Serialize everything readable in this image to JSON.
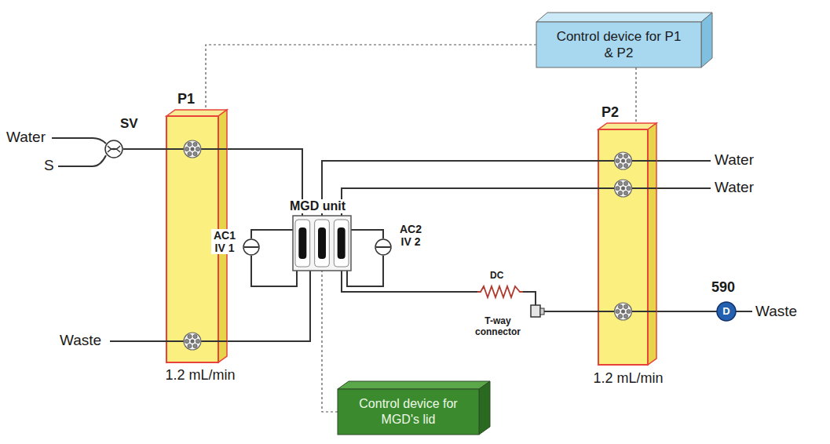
{
  "diagram": {
    "nodes": [
      {
        "text": [
          "Control device for P1 & P2"
        ]
      },
      {
        "text": [
          "SV"
        ]
      },
      {
        "text": [
          "P1"
        ]
      },
      {
        "text": [
          "P2"
        ]
      },
      {
        "text": [
          "MGD unit"
        ]
      },
      {
        "text": [
          "AC1 IV 1"
        ]
      },
      {
        "text": [
          "AC2 IV 2"
        ]
      },
      {
        "text": [
          "D"
        ]
      },
      {
        "text": [
          "Control device for MGD's lid"
        ]
      }
    ],
    "edges": [
      {
        "from": 0,
        "to": 2,
        "arrow": "none"
      },
      {
        "from": 0,
        "to": 3,
        "arrow": "none"
      },
      {
        "from": 1,
        "to": 2,
        "arrow": "none"
      },
      {
        "from": 2,
        "to": 4,
        "arrow": "none"
      },
      {
        "from": 3,
        "to": 4,
        "arrow": "none"
      },
      {
        "from": 3,
        "to": 4,
        "arrow": "none"
      },
      {
        "from": 4,
        "to": 5,
        "arrow": "none"
      },
      {
        "from": 5,
        "to": 4,
        "arrow": "none"
      },
      {
        "from": 4,
        "to": 6,
        "arrow": "none"
      },
      {
        "from": 6,
        "to": 4,
        "arrow": "none"
      },
      {
        "from": 4,
        "to": 2,
        "arrow": "none"
      },
      {
        "from": 4,
        "to": 3,
        "arrow": "none"
      },
      {
        "from": 3,
        "to": 7,
        "arrow": "none"
      },
      {
        "from": 8,
        "to": 4,
        "arrow": "none"
      }
    ],
    "labels": [
      "Water",
      "S",
      "Waste",
      "1.2 mL/min",
      "1.2 mL/min",
      "Water",
      "Water",
      "DC",
      "T-way connector",
      "590",
      "Waste"
    ]
  }
}
